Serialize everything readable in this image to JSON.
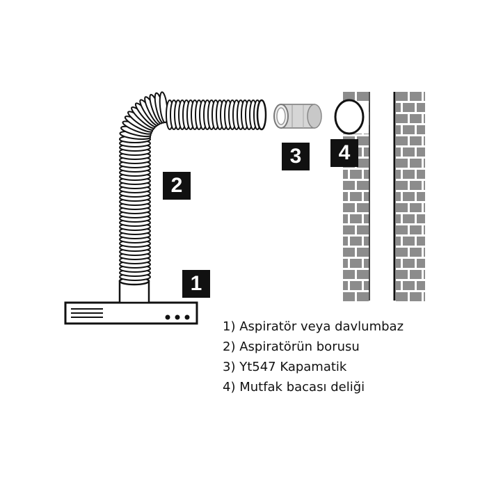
{
  "badges": {
    "hood": "1",
    "hose": "2",
    "collar": "3",
    "chimney_hole": "4"
  },
  "legend": [
    "1) Aspiratör veya davlumbaz",
    "2) Aspiratörün borusu",
    "3) Yt547 Kapamatik",
    "4) Mutfak bacası deliği"
  ],
  "colors": {
    "brick": "#8c8c8c",
    "mortar": "#ffffff",
    "ink": "#111111",
    "hose_fill": "#ffffff",
    "collar_gray": "#b8b8b8"
  }
}
